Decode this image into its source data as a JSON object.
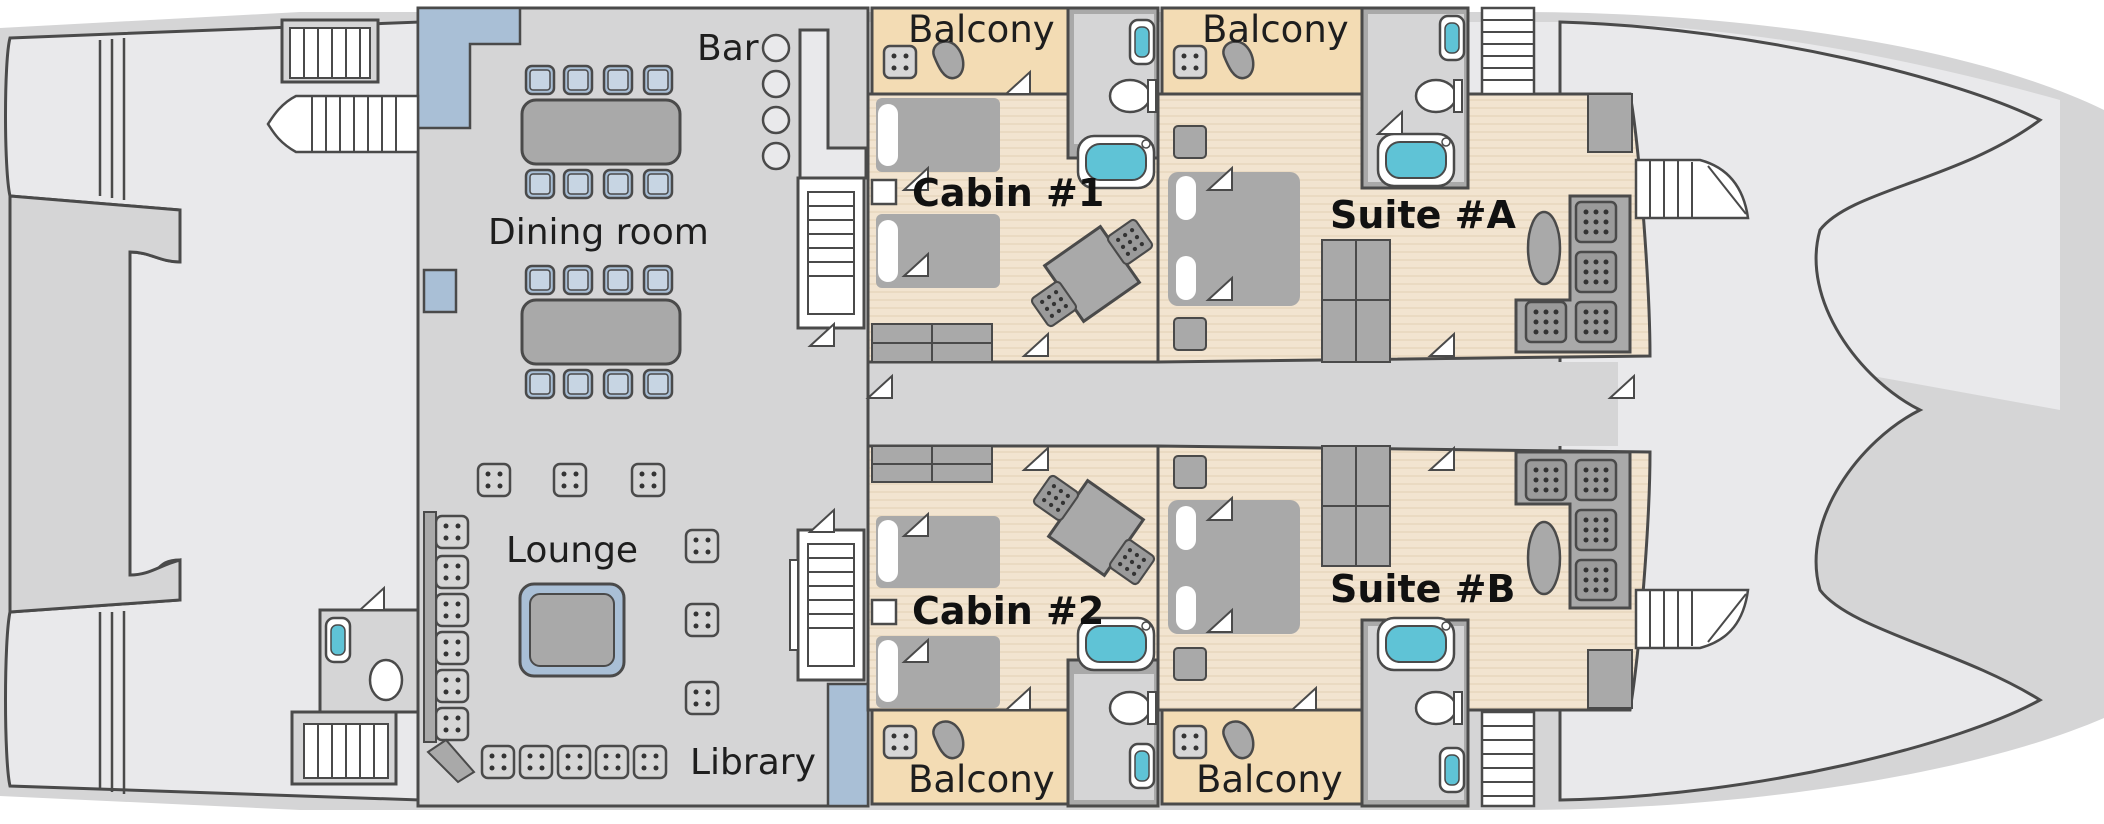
{
  "labels": {
    "bar": "Bar",
    "dining_room": "Dining room",
    "lounge": "Lounge",
    "library": "Library",
    "cabin_1": "Cabin #1",
    "cabin_2": "Cabin #2",
    "suite_a": "Suite #A",
    "suite_b": "Suite #B",
    "balcony": "Balcony"
  },
  "colors": {
    "deck": "#e9e9eb",
    "outline": "#4a4a4a",
    "cabin_floor": "#f2e4d0",
    "balcony_floor": "#f3dcb4",
    "furniture": "#a9a9a9",
    "water": "#5fc3d6",
    "glass": "#a9bfd6"
  }
}
